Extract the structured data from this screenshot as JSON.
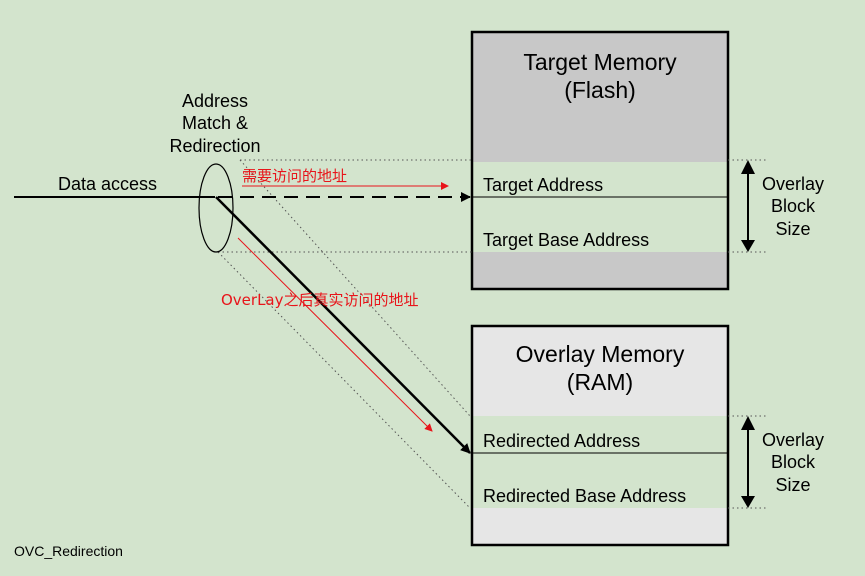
{
  "caption": "OVC_Redirection",
  "data_access_label": "Data access",
  "match_label": [
    "Address",
    "Match &",
    "Redirection"
  ],
  "annotation_needed_address": "需要访问的地址",
  "annotation_real_address": "OverLay之后真实访问的地址",
  "target_memory": {
    "title_line1": "Target Memory",
    "title_line2": "(Flash)",
    "target_address": "Target Address",
    "target_base_address": "Target Base Address"
  },
  "overlay_memory": {
    "title_line1": "Overlay Memory",
    "title_line2": "(RAM)",
    "redirected_address": "Redirected Address",
    "redirected_base_address": "Redirected Base Address"
  },
  "block_size_label_top": [
    "Overlay",
    "Block",
    "Size"
  ],
  "block_size_label_bottom": [
    "Overlay",
    "Block",
    "Size"
  ],
  "colors": {
    "background": "#d3e4cd",
    "target_header": "#c8c8c8",
    "overlay_header": "#e6e6e6",
    "block_fill": "#d3e4cd",
    "annotation_red": "#e8141a"
  }
}
